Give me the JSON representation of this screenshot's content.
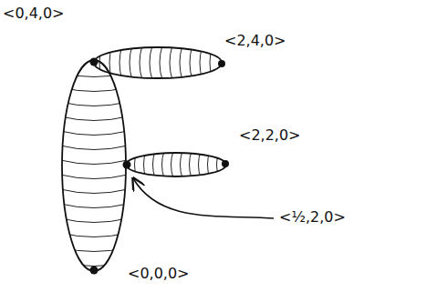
{
  "diagram": {
    "labels": [
      "<0,4,0>",
      "<2,4,0>",
      "<2,2,0>",
      "<½,2,0>",
      "<0,0,0>"
    ]
  }
}
